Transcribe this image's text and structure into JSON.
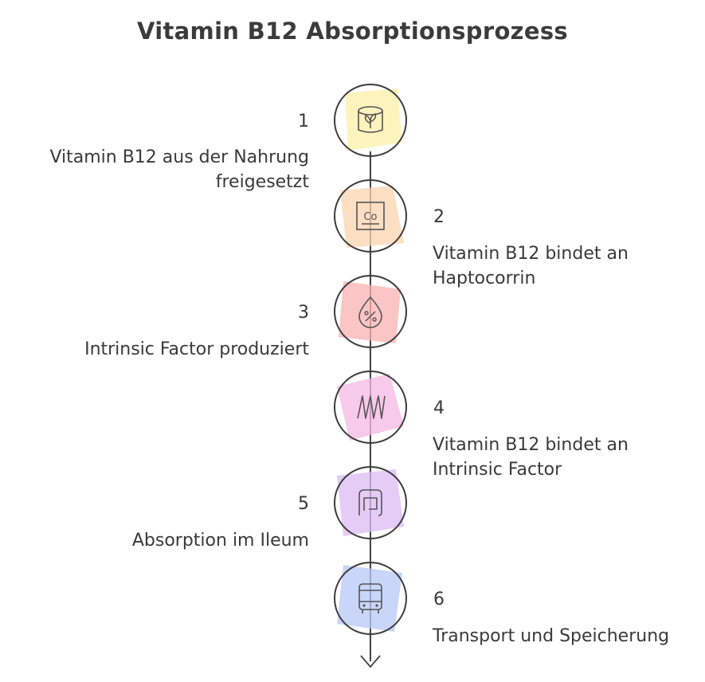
{
  "title": "Vitamin B12 Absorptionsprozess",
  "steps": [
    {
      "number": "1",
      "label": "Vitamin B12 aus der Nahrung freigesetzt",
      "color": "#fdf0a8",
      "icon": "plant-jar-icon"
    },
    {
      "number": "2",
      "label": "Vitamin B12 bindet an Haptocorrin",
      "color": "#fbd3b0",
      "icon": "cobalt-element-icon"
    },
    {
      "number": "3",
      "label": "Intrinsic Factor produziert",
      "color": "#fab2b2",
      "icon": "percent-drop-icon"
    },
    {
      "number": "4",
      "label": "Vitamin B12 bindet an Intrinsic Factor",
      "color": "#f5b7e3",
      "icon": "coil-icon"
    },
    {
      "number": "5",
      "label": "Absorption im Ileum",
      "color": "#dcbcf5",
      "icon": "intestine-icon"
    },
    {
      "number": "6",
      "label": "Transport und Speicherung",
      "color": "#b7c9f7",
      "icon": "bus-icon"
    }
  ]
}
